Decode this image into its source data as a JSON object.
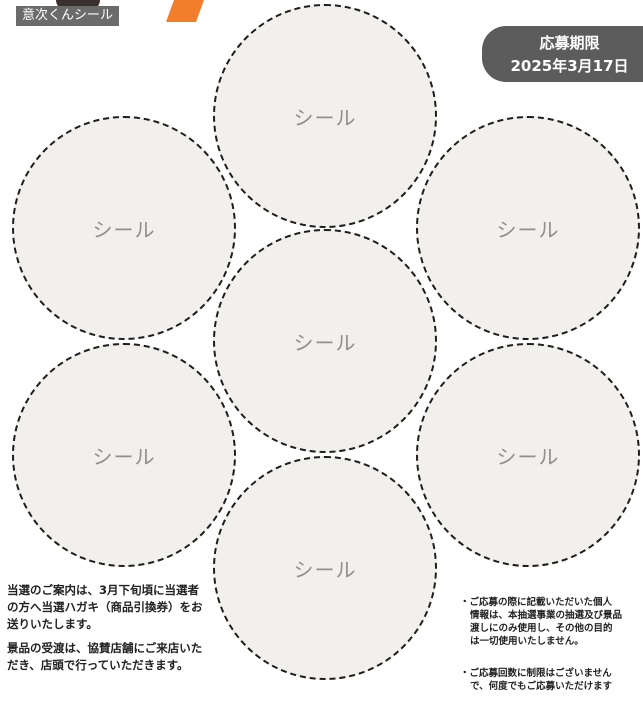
{
  "header": {
    "label": "意次くんシール"
  },
  "deadline": {
    "title": "応募期限",
    "date": "2025年3月17日"
  },
  "stickers": [
    {
      "label": "シール"
    },
    {
      "label": "シール"
    },
    {
      "label": "シール"
    },
    {
      "label": "シール"
    },
    {
      "label": "シール"
    },
    {
      "label": "シール"
    },
    {
      "label": "シール"
    }
  ],
  "notes_left": {
    "paragraph_1": "当選のご案内は、3月下旬頃に当選者の方へ当選ハガキ（商品引換券）をお送りいたします。",
    "paragraph_2": "景品の受渡は、協賛店舗にご来店いただき、店頭で行っていただきます。"
  },
  "notes_right": {
    "bullet_1": "・ご応募の際に記載いただいた個人\n情報は、本抽選事業の抽選及び景品\n渡しにのみ使用し、その他の目的\nは一切使用いたしません。",
    "bullet_2": "・ご応募回数に制限はございません\nで、何度でもご応募いただけます"
  },
  "colors": {
    "sticker_fill": "#f2f0ec",
    "badge_bg": "#5c5c5c",
    "accent_orange": "#f07e2a"
  }
}
